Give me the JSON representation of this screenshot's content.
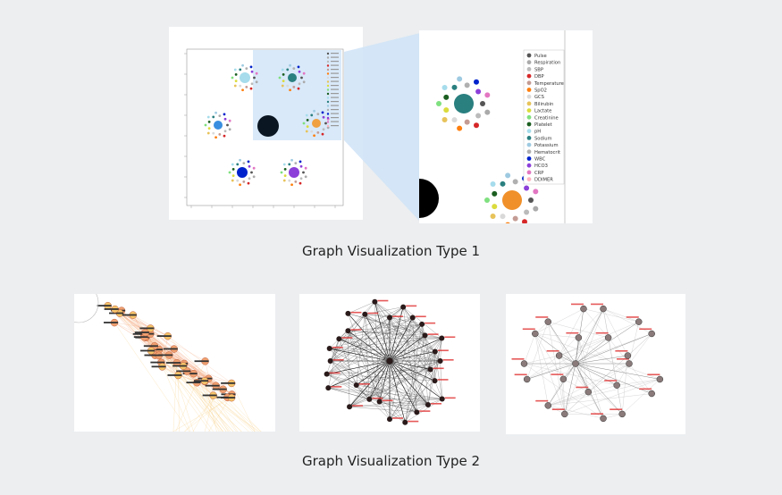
{
  "captions": {
    "type1": "Graph Visualization Type 1",
    "type2": "Graph Visualization Type 2"
  },
  "legend": {
    "entries": [
      {
        "label": "Pulse",
        "color": "#555555"
      },
      {
        "label": "Respiration",
        "color": "#aaaaaa"
      },
      {
        "label": "SBP",
        "color": "#bbbbbb"
      },
      {
        "label": "DBP",
        "color": "#d62728"
      },
      {
        "label": "Temperature",
        "color": "#c49c94"
      },
      {
        "label": "SpO2",
        "color": "#ff7f0e"
      },
      {
        "label": "GCS",
        "color": "#d9d9d9"
      },
      {
        "label": "Bilirubin",
        "color": "#e7c35a"
      },
      {
        "label": "Lactate",
        "color": "#dbdb3d"
      },
      {
        "label": "Creatinine",
        "color": "#7fe07f"
      },
      {
        "label": "Platelet",
        "color": "#1b5e20"
      },
      {
        "label": "pH",
        "color": "#a6dcec"
      },
      {
        "label": "Sodium",
        "color": "#2a7f7f"
      },
      {
        "label": "Potassium",
        "color": "#9ecae1"
      },
      {
        "label": "Hematocrit",
        "color": "#b0b0b0"
      },
      {
        "label": "WBC",
        "color": "#0022cc"
      },
      {
        "label": "HCO3",
        "color": "#8c3fd9"
      },
      {
        "label": "CRP",
        "color": "#e377c2"
      },
      {
        "label": "DDIMER",
        "color": "#ffb6c1"
      }
    ]
  },
  "colors": {
    "highlight": "#cfe3f7",
    "orange_node": "#f0a070",
    "yellow_node": "#f5c46a",
    "dark_node": "#2a1a1a",
    "gray_node": "#8a7a7a",
    "red_label": "#e03030"
  }
}
